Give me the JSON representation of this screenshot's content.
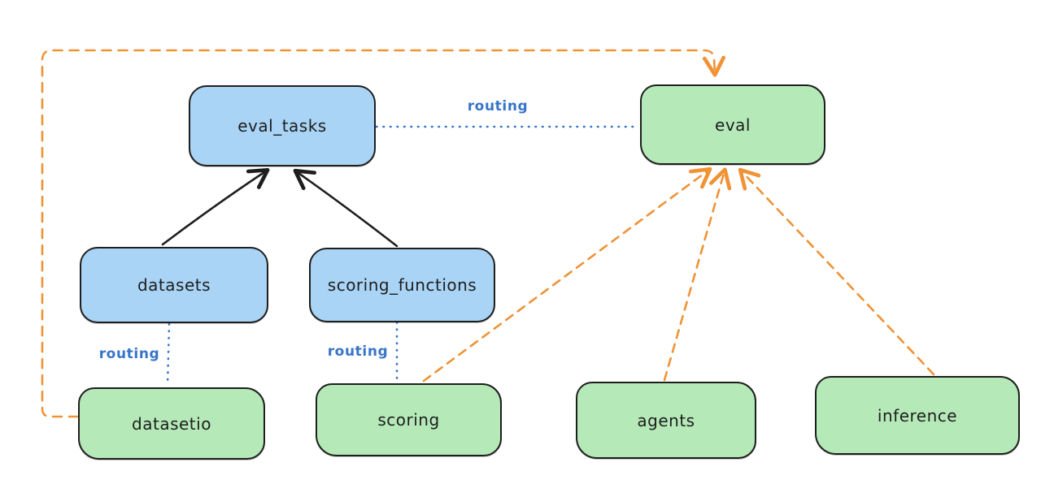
{
  "diagram": {
    "title": "",
    "nodes": {
      "eval_tasks": {
        "label": "eval_tasks",
        "kind": "resource",
        "fill": "#a9d4f5"
      },
      "eval": {
        "label": "eval",
        "kind": "provider",
        "fill": "#b5eab8"
      },
      "datasets": {
        "label": "datasets",
        "kind": "resource",
        "fill": "#a9d4f5"
      },
      "scoring_functions": {
        "label": "scoring_functions",
        "kind": "resource",
        "fill": "#a9d4f5"
      },
      "datasetio": {
        "label": "datasetio",
        "kind": "provider",
        "fill": "#b5eab8"
      },
      "scoring": {
        "label": "scoring",
        "kind": "provider",
        "fill": "#b5eab8"
      },
      "agents": {
        "label": "agents",
        "kind": "provider",
        "fill": "#b5eab8"
      },
      "inference": {
        "label": "inference",
        "kind": "provider",
        "fill": "#b5eab8"
      }
    },
    "edge_labels": {
      "eval_tasks_to_eval": "routing",
      "datasets_to_datasetio": "routing",
      "scoring_functions_to_scoring": "routing"
    },
    "edges": [
      {
        "from": "datasets",
        "to": "eval_tasks",
        "style": "solid-black-arrow"
      },
      {
        "from": "scoring_functions",
        "to": "eval_tasks",
        "style": "solid-black-arrow"
      },
      {
        "from": "eval_tasks",
        "to": "eval",
        "style": "dotted-blue",
        "label": "routing"
      },
      {
        "from": "datasets",
        "to": "datasetio",
        "style": "dotted-blue",
        "label": "routing"
      },
      {
        "from": "scoring_functions",
        "to": "scoring",
        "style": "dotted-blue",
        "label": "routing"
      },
      {
        "from": "datasetio",
        "to": "eval",
        "style": "dashed-orange-arrow"
      },
      {
        "from": "scoring",
        "to": "eval",
        "style": "dashed-orange-arrow"
      },
      {
        "from": "agents",
        "to": "eval",
        "style": "dashed-orange-arrow"
      },
      {
        "from": "inference",
        "to": "eval",
        "style": "dashed-orange-arrow"
      }
    ],
    "colors": {
      "resource_fill_blue": "#a9d4f5",
      "provider_fill_green": "#b5eab8",
      "node_stroke": "#1e1e1e",
      "routing_blue": "#3774c9",
      "provider_edge_orange": "#ef9335",
      "background": "#ffffff"
    }
  }
}
